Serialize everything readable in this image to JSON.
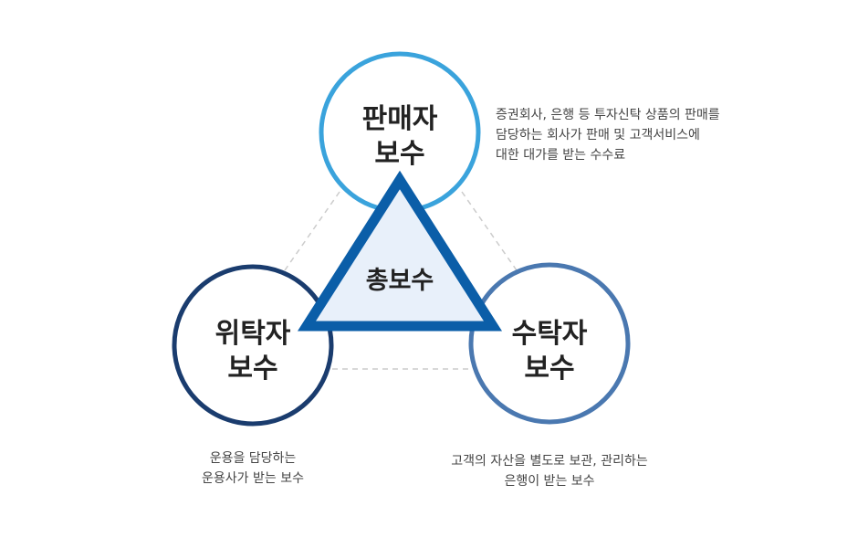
{
  "colors": {
    "seller_ring": "#3aa3dc",
    "trustee_ring": "#1a3c6e",
    "custodian_ring": "#4a78b0",
    "triangle_stroke": "#0b5ea8",
    "triangle_fill": "#e8f0fa",
    "dashed_line": "#cccccc"
  },
  "center": {
    "label": "총보수"
  },
  "nodes": {
    "seller": {
      "line1": "판매자",
      "line2": "보수",
      "description": [
        "증권회사, 은행 등 투자신탁 상품의 판매를",
        "담당하는 회사가 판매 및 고객서비스에",
        "대한 대가를 받는 수수료"
      ]
    },
    "trustee": {
      "line1": "위탁자",
      "line2": "보수",
      "description": [
        "운용을 담당하는",
        "운용사가 받는 보수"
      ]
    },
    "custodian": {
      "line1": "수탁자",
      "line2": "보수",
      "description": [
        "고객의 자산을 별도로 보관, 관리하는",
        "은행이 받는 보수"
      ]
    }
  }
}
